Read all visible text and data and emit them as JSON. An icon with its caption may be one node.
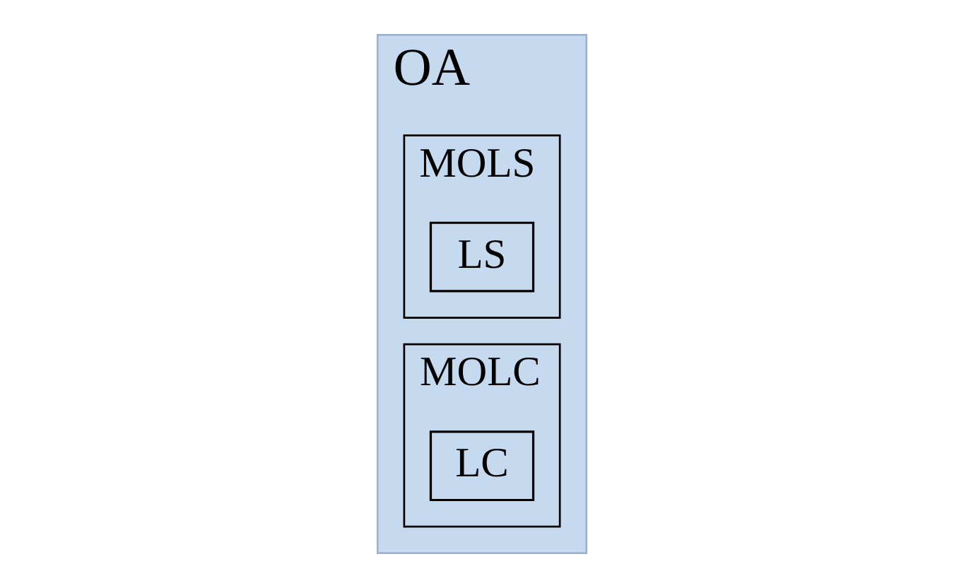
{
  "diagram": {
    "nodes": [
      {
        "text": [
          "OA"
        ]
      },
      {
        "text": [
          "MOLS"
        ],
        "in": 0
      },
      {
        "text": [
          "LS"
        ],
        "in": 1
      },
      {
        "text": [
          "MOLC"
        ],
        "in": 0
      },
      {
        "text": [
          "LC"
        ],
        "in": 3
      }
    ]
  }
}
